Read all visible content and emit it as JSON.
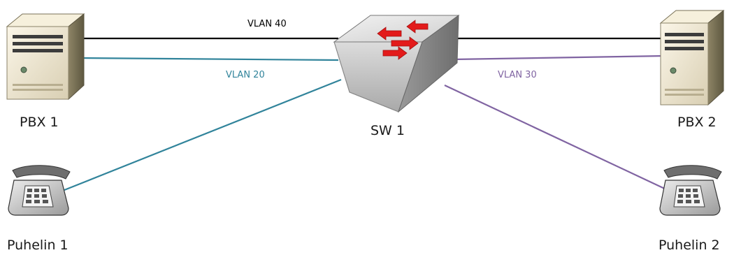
{
  "nodes": {
    "pbx1": {
      "label": "PBX 1",
      "icon": "server-icon"
    },
    "pbx2": {
      "label": "PBX 2",
      "icon": "server-icon"
    },
    "sw1": {
      "label": "SW 1",
      "icon": "network-switch-icon"
    },
    "phone1": {
      "label": "Puhelin 1",
      "icon": "desk-phone-icon"
    },
    "phone2": {
      "label": "Puhelin 2",
      "icon": "desk-phone-icon"
    }
  },
  "links": [
    {
      "from": "pbx1",
      "to": "sw1",
      "label": "VLAN 40",
      "color": "#000000"
    },
    {
      "from": "sw1",
      "to": "pbx2",
      "label": "",
      "color": "#000000"
    },
    {
      "from": "pbx1",
      "to": "sw1",
      "label": "VLAN 20",
      "color": "#31849b"
    },
    {
      "from": "sw1",
      "to": "phone1",
      "label": "",
      "color": "#31849b"
    },
    {
      "from": "sw1",
      "to": "pbx2",
      "label": "VLAN 30",
      "color": "#8064a2"
    },
    {
      "from": "sw1",
      "to": "phone2",
      "label": "",
      "color": "#8064a2"
    }
  ],
  "colors": {
    "vlan40": "#000000",
    "vlan20": "#31849b",
    "vlan30": "#8064a2",
    "switch_arrows": "#e31b1b"
  }
}
